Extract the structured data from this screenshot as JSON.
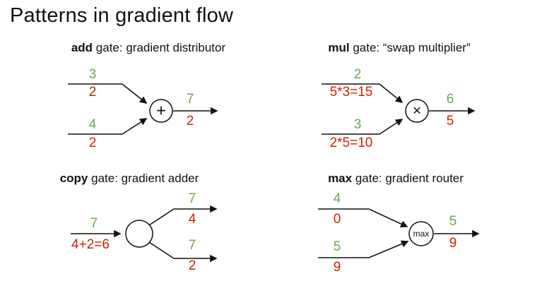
{
  "title": "Patterns in gradient flow",
  "colors": {
    "green": "#6aa84f",
    "red": "#cc2200",
    "ink": "#111111"
  },
  "gates": {
    "add": {
      "name": "add",
      "heading_rest": " gate: gradient distributor",
      "symbol": "+",
      "inputs": [
        {
          "value": "3",
          "grad": "2"
        },
        {
          "value": "4",
          "grad": "2"
        }
      ],
      "output": {
        "value": "7",
        "grad": "2"
      }
    },
    "mul": {
      "name": "mul",
      "heading_rest": " gate: “swap multiplier”",
      "symbol": "×",
      "inputs": [
        {
          "value": "2",
          "grad": "5*3=15"
        },
        {
          "value": "3",
          "grad": "2*5=10"
        }
      ],
      "output": {
        "value": "6",
        "grad": "5"
      }
    },
    "copy": {
      "name": "copy",
      "heading_rest": " gate: gradient adder",
      "symbol": "",
      "input": {
        "value": "7",
        "grad": "4+2=6"
      },
      "outputs": [
        {
          "value": "7",
          "grad": "4"
        },
        {
          "value": "7",
          "grad": "2"
        }
      ]
    },
    "max": {
      "name": "max",
      "heading_rest": " gate: gradient router",
      "symbol": "max",
      "inputs": [
        {
          "value": "4",
          "grad": "0"
        },
        {
          "value": "5",
          "grad": "9"
        }
      ],
      "output": {
        "value": "5",
        "grad": "9"
      }
    }
  }
}
